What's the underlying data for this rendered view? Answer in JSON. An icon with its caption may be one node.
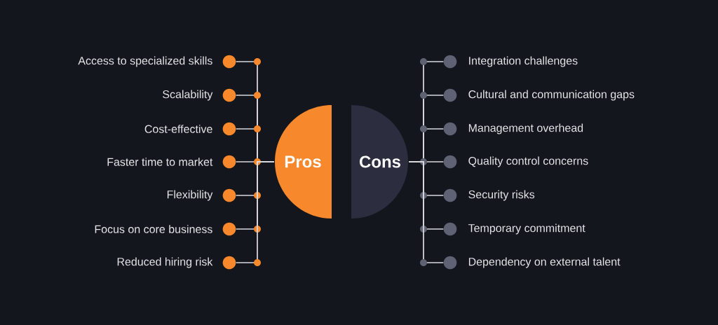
{
  "diagram": {
    "nodes": [
      {
        "text": [
          "Pros"
        ]
      },
      {
        "text": [
          "Cons"
        ]
      },
      {
        "text": [
          "Access to specialized skills"
        ]
      },
      {
        "text": [
          "Scalability"
        ]
      },
      {
        "text": [
          "Cost-effective"
        ]
      },
      {
        "text": [
          "Faster time to market"
        ]
      },
      {
        "text": [
          "Flexibility"
        ]
      },
      {
        "text": [
          "Focus on core business"
        ]
      },
      {
        "text": [
          "Reduced hiring risk"
        ]
      },
      {
        "text": [
          "Integration challenges"
        ]
      },
      {
        "text": [
          "Cultural and communication gaps"
        ]
      },
      {
        "text": [
          "Management overhead"
        ]
      },
      {
        "text": [
          "Quality control concerns"
        ]
      },
      {
        "text": [
          "Security risks"
        ]
      },
      {
        "text": [
          "Temporary commitment"
        ]
      },
      {
        "text": [
          "Dependency on external talent"
        ]
      }
    ],
    "edges": [
      {
        "from": 0,
        "to": 2,
        "arrow": "none"
      },
      {
        "from": 0,
        "to": 3,
        "arrow": "none"
      },
      {
        "from": 0,
        "to": 4,
        "arrow": "none"
      },
      {
        "from": 0,
        "to": 5,
        "arrow": "none"
      },
      {
        "from": 0,
        "to": 6,
        "arrow": "none"
      },
      {
        "from": 0,
        "to": 7,
        "arrow": "none"
      },
      {
        "from": 0,
        "to": 8,
        "arrow": "none"
      },
      {
        "from": 1,
        "to": 9,
        "arrow": "none"
      },
      {
        "from": 1,
        "to": 10,
        "arrow": "none"
      },
      {
        "from": 1,
        "to": 11,
        "arrow": "none"
      },
      {
        "from": 1,
        "to": 12,
        "arrow": "none"
      },
      {
        "from": 1,
        "to": 13,
        "arrow": "none"
      },
      {
        "from": 1,
        "to": 14,
        "arrow": "none"
      },
      {
        "from": 1,
        "to": 15,
        "arrow": "none"
      }
    ]
  }
}
